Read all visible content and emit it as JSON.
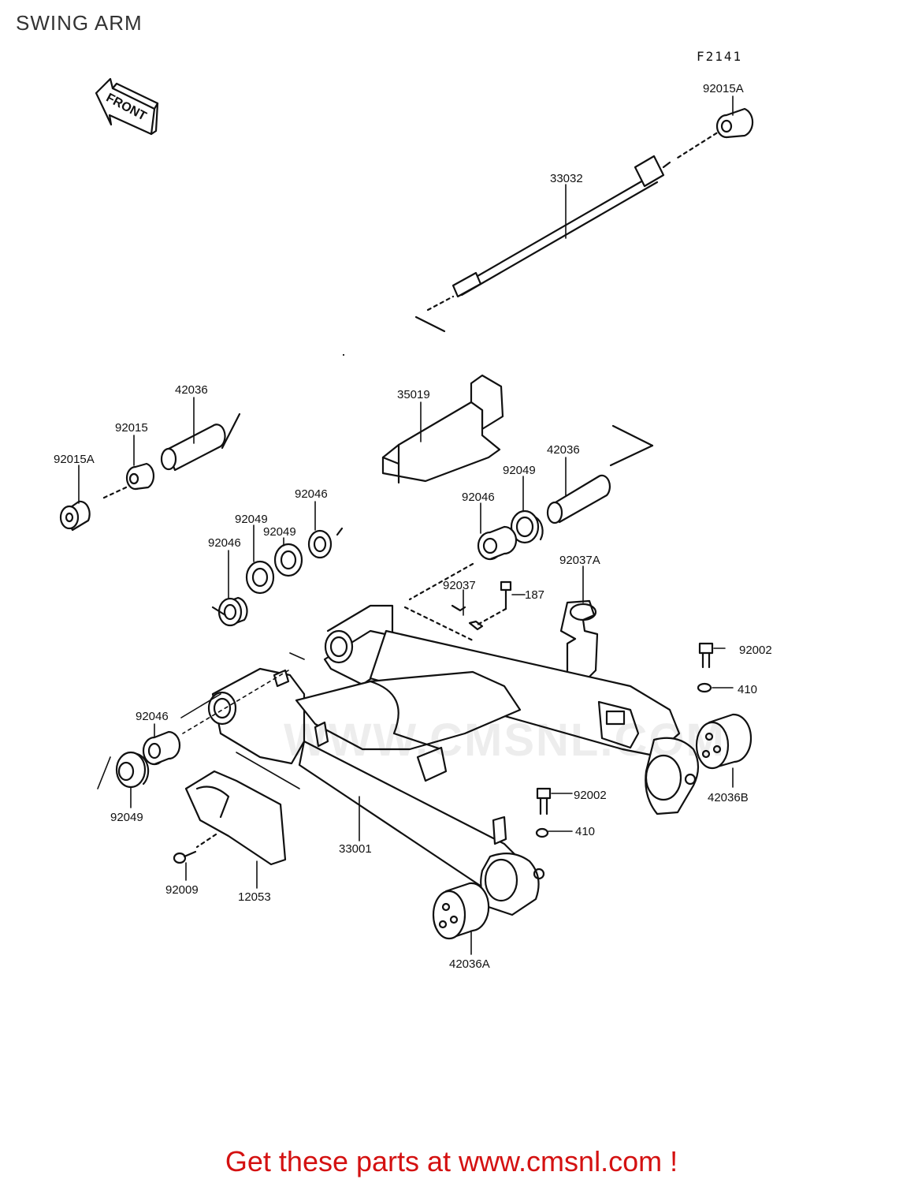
{
  "page": {
    "title": "SWING ARM",
    "figure_code": "F2141"
  },
  "orientation": {
    "front_label": "FRONT"
  },
  "watermark": {
    "text": "WWW.CMSNL.COM"
  },
  "parts": [
    {
      "id": "p1",
      "number": "92015A"
    },
    {
      "id": "p2",
      "number": "33032"
    },
    {
      "id": "p3",
      "number": "42036"
    },
    {
      "id": "p4",
      "number": "92015"
    },
    {
      "id": "p5",
      "number": "92015A"
    },
    {
      "id": "p6",
      "number": "35019"
    },
    {
      "id": "p7",
      "number": "42036"
    },
    {
      "id": "p8",
      "number": "92049"
    },
    {
      "id": "p9",
      "number": "92046"
    },
    {
      "id": "p10",
      "number": "92046"
    },
    {
      "id": "p11",
      "number": "92049"
    },
    {
      "id": "p12",
      "number": "92049"
    },
    {
      "id": "p13",
      "number": "92046"
    },
    {
      "id": "p14",
      "number": "92037A"
    },
    {
      "id": "p15",
      "number": "92037"
    },
    {
      "id": "p16",
      "number": "187"
    },
    {
      "id": "p17",
      "number": "92002"
    },
    {
      "id": "p18",
      "number": "410"
    },
    {
      "id": "p19",
      "number": "92046"
    },
    {
      "id": "p20",
      "number": "42036B"
    },
    {
      "id": "p21",
      "number": "92002"
    },
    {
      "id": "p22",
      "number": "410"
    },
    {
      "id": "p23",
      "number": "92049"
    },
    {
      "id": "p24",
      "number": "33001"
    },
    {
      "id": "p25",
      "number": "92009"
    },
    {
      "id": "p26",
      "number": "12053"
    },
    {
      "id": "p27",
      "number": "42036A"
    }
  ],
  "footer": {
    "cta": "Get these parts at www.cmsnl.com !",
    "cta_color": "#d41111"
  }
}
